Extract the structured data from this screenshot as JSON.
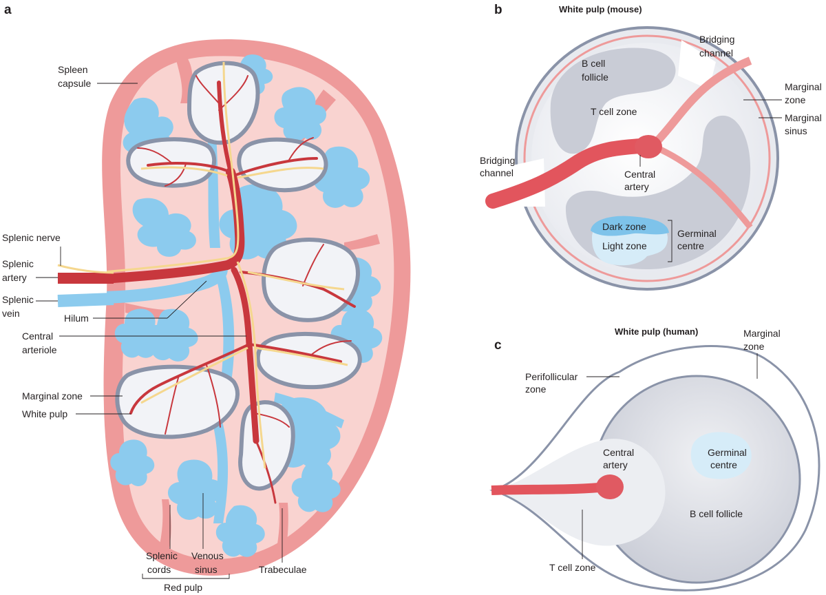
{
  "panel_a": {
    "letter": "a",
    "labels": {
      "spleen_capsule": [
        "Spleen",
        "capsule"
      ],
      "splenic_nerve": "Splenic nerve",
      "splenic_artery": [
        "Splenic",
        "artery"
      ],
      "splenic_vein": [
        "Splenic",
        "vein"
      ],
      "hilum": "Hilum",
      "central_arteriole": [
        "Central",
        "arteriole"
      ],
      "marginal_zone": "Marginal zone",
      "white_pulp": "White pulp",
      "splenic_cords": [
        "Splenic",
        "cords"
      ],
      "venous_sinus": [
        "Venous",
        "sinus"
      ],
      "red_pulp": "Red pulp",
      "trabeculae": "Trabeculae"
    }
  },
  "panel_b": {
    "letter": "b",
    "title": "White pulp (mouse)",
    "labels": {
      "bridging_channel_top": [
        "Bridging",
        "channel"
      ],
      "b_cell_follicle": [
        "B cell",
        "follicle"
      ],
      "t_cell_zone": "T cell zone",
      "marginal_zone": [
        "Marginal",
        "zone"
      ],
      "marginal_sinus": [
        "Marginal",
        "sinus"
      ],
      "bridging_channel_left": [
        "Bridging",
        "channel"
      ],
      "central_artery": [
        "Central",
        "artery"
      ],
      "dark_zone": "Dark zone",
      "light_zone": "Light zone",
      "germinal_centre": [
        "Germinal",
        "centre"
      ]
    }
  },
  "panel_c": {
    "letter": "c",
    "title": "White pulp (human)",
    "labels": {
      "marginal_zone": [
        "Marginal",
        "zone"
      ],
      "perifollicular_zone": [
        "Perifollicular",
        "zone"
      ],
      "central_artery": [
        "Central",
        "artery"
      ],
      "germinal_centre": [
        "Germinal",
        "centre"
      ],
      "b_cell_follicle": "B cell follicle",
      "t_cell_zone": "T cell zone"
    }
  },
  "colors": {
    "capsule": "#ee9a9a",
    "red_pulp": "#f9d3d0",
    "artery": "#c8373d",
    "vein": "#8ccbee",
    "nerve": "#f5d78e",
    "white_pulp": "#f2f3f7",
    "marginal_zone_ring": "#8a93a8",
    "follicle_grey": "#c9ccd6",
    "dark_zone": "#7ec3ea",
    "light_zone": "#d6ecf8"
  }
}
